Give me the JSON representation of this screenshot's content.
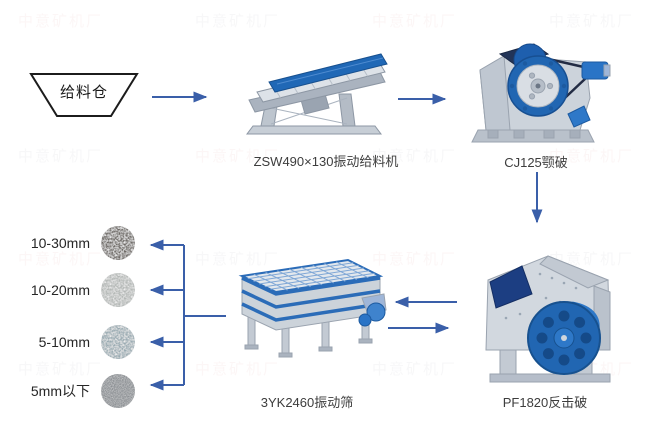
{
  "flow": {
    "feed_bin": {
      "label": "给料仓"
    },
    "machines": [
      {
        "id": "feeder",
        "label": "ZSW490×130振动给料机"
      },
      {
        "id": "jaw",
        "label": "CJ125颚破"
      },
      {
        "id": "impact",
        "label": "PF1820反击破"
      },
      {
        "id": "screen",
        "label": "3YK2460振动筛"
      }
    ],
    "products": [
      {
        "label": "10-30mm",
        "color": "#6e6a66"
      },
      {
        "label": "10-20mm",
        "color": "#b4b8b6"
      },
      {
        "label": "5-10mm",
        "color": "#9aabb2"
      },
      {
        "label": "5mm以下",
        "color": "#8b8f93"
      }
    ],
    "arrow_color": "#3a5fa9"
  },
  "watermark": {
    "text": "中意矿机厂"
  }
}
